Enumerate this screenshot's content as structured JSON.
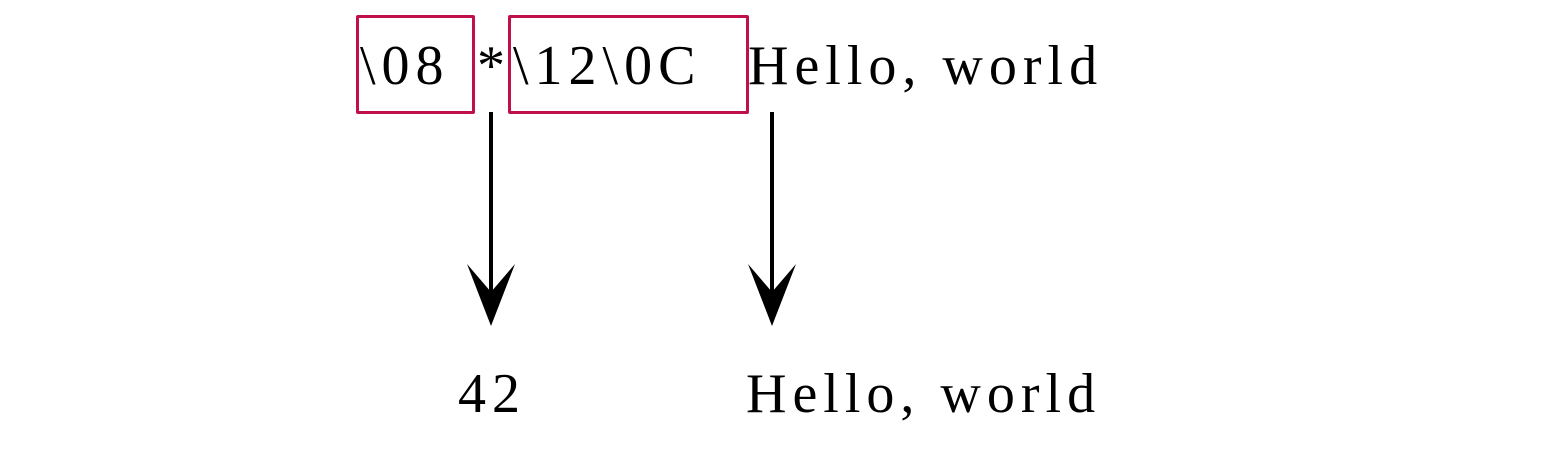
{
  "encoded": {
    "tag_field": "\\08",
    "separator": "*",
    "length_field": "\\12\\0C",
    "payload": "Hello, world"
  },
  "decoded": {
    "value": "42",
    "payload": "Hello, world"
  },
  "colors": {
    "highlight_box": "#c0104a",
    "arrow": "#000000",
    "text": "#000000"
  }
}
